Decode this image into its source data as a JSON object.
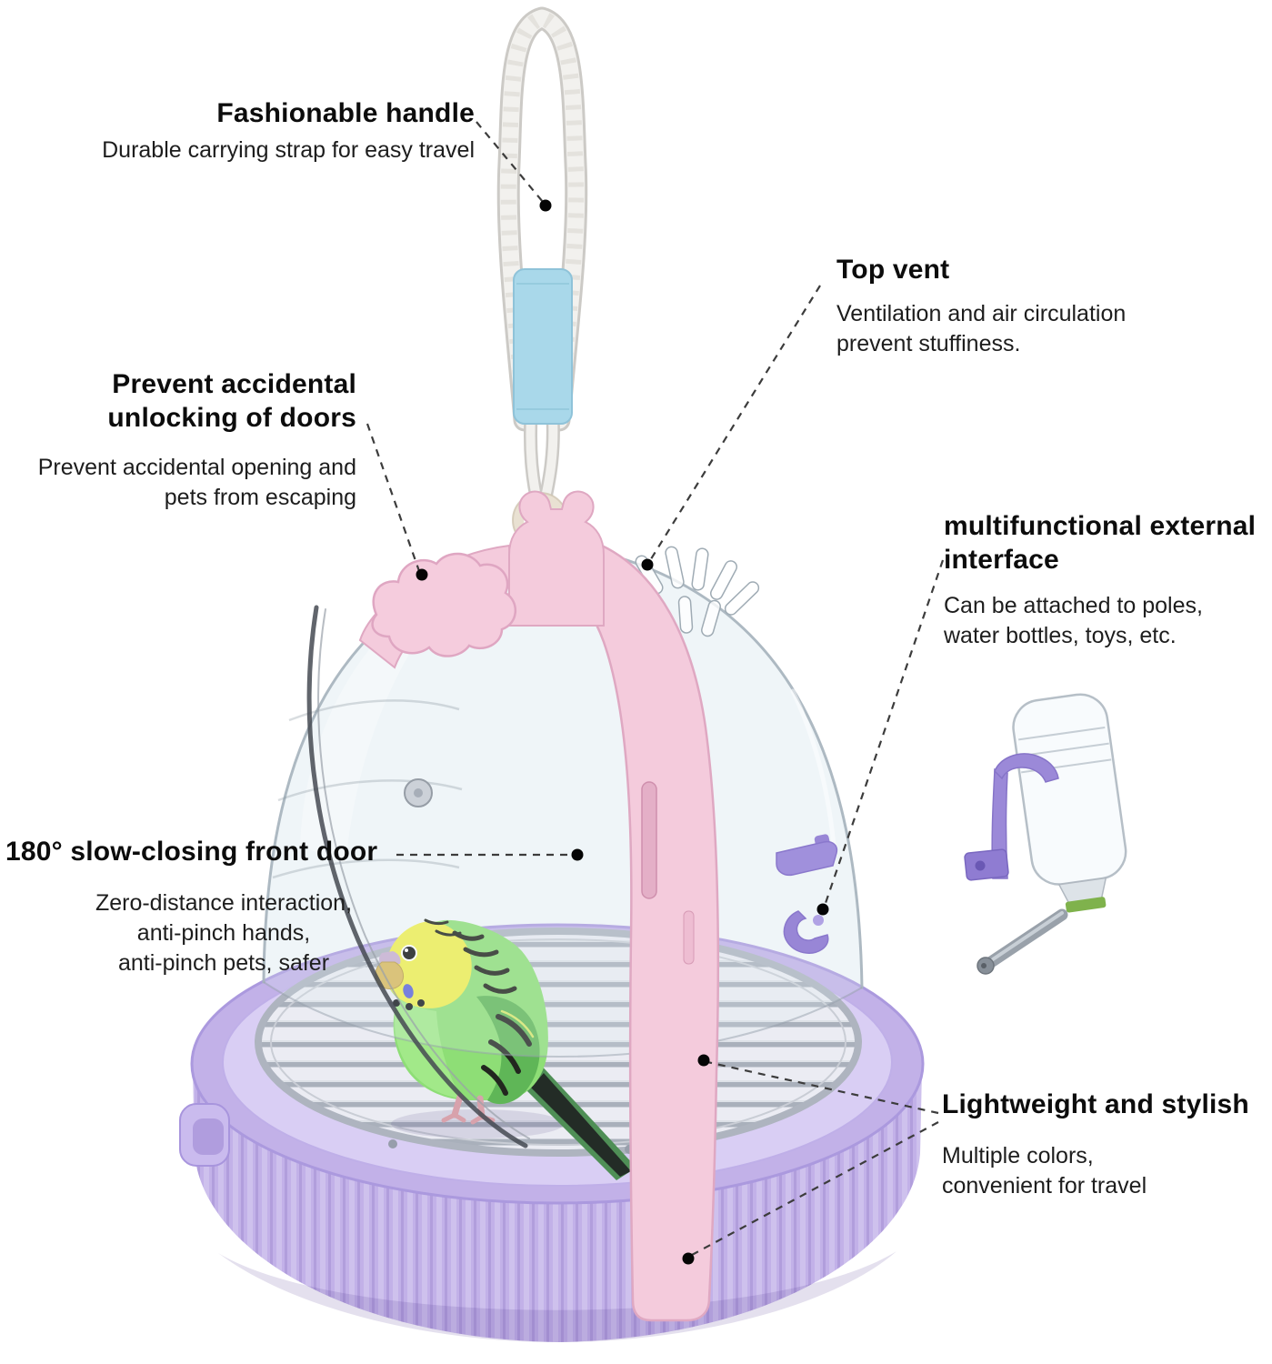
{
  "colors": {
    "strap_pink": "#f4cbdc",
    "strap_pink_border": "#dfa8c2",
    "base_purple": "#c2b1e8",
    "base_purple_deep": "#a58fdc",
    "sleeve_blue": "#a9d8ea",
    "bird_green": "#8ede76",
    "bird_yellow": "#f0ef4e",
    "callout_line": "#3c3c3c",
    "callout_dot": "#050505"
  },
  "callouts": {
    "handle": {
      "title": "Fashionable handle",
      "desc": "Durable carrying strap for easy travel"
    },
    "top_vent": {
      "title": "Top vent",
      "desc": "Ventilation and air circulation\nprevent stuffiness."
    },
    "lock": {
      "title": "Prevent accidental\nunlocking of doors",
      "desc": "Prevent accidental opening and\npets from escaping"
    },
    "interface": {
      "title": "multifunctional external\n interface",
      "desc": "Can be attached to poles,\nwater bottles, toys, etc."
    },
    "door": {
      "title": "180° slow-closing front door",
      "desc": "Zero-distance interaction,\nanti-pinch hands,\nanti-pinch pets, safer"
    },
    "lightweight": {
      "title": "Lightweight and stylish",
      "desc": "Multiple colors,\nconvenient for travel"
    }
  }
}
